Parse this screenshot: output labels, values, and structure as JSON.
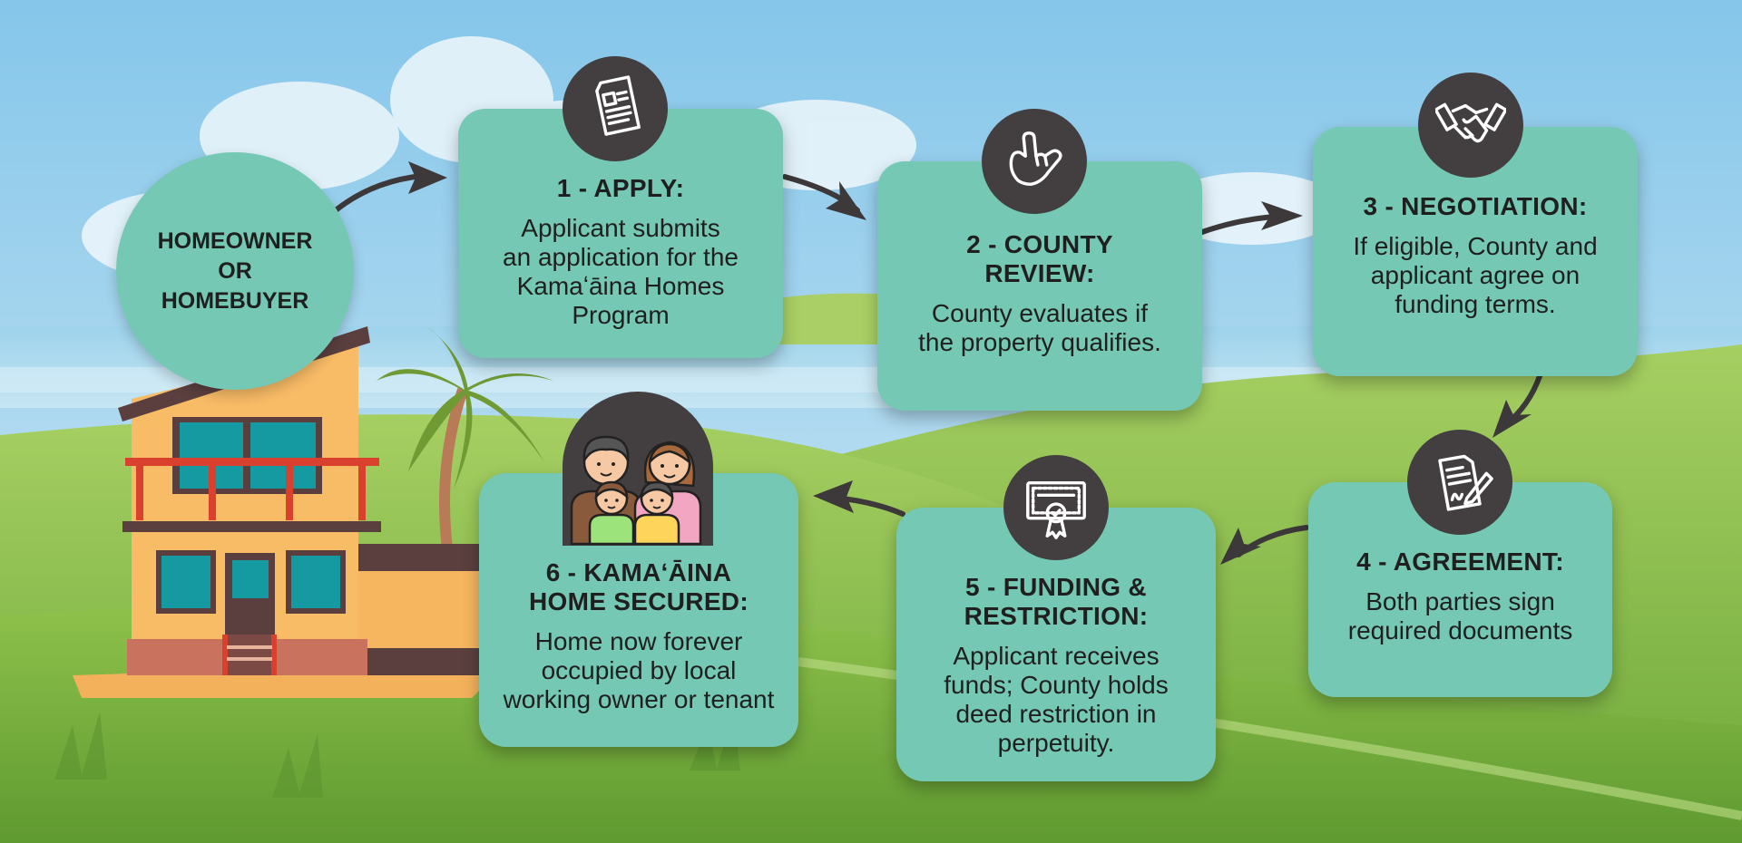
{
  "colors": {
    "card": "#75c9b4",
    "badge": "#433f40",
    "arrow": "#3d393a",
    "sky": "#8ccbea",
    "grass": "#7bb241",
    "house_wall": "#f6b25a",
    "window": "#1a9aa2"
  },
  "start": {
    "line1": "HOMEOWNER",
    "line2": "OR",
    "line3": "HOMEBUYER"
  },
  "steps": [
    {
      "title": "1 - APPLY:",
      "lines": [
        "Applicant submits",
        "an application for the",
        "Kamaʻāina Homes",
        "Program"
      ],
      "icon": "document-icon"
    },
    {
      "title_lines": [
        "2 - COUNTY",
        "REVIEW:"
      ],
      "lines": [
        "County evaluates if",
        "the property qualifies."
      ],
      "icon": "shaka-hand-icon"
    },
    {
      "title": "3 - NEGOTIATION:",
      "lines": [
        "If eligible, County and",
        "applicant agree on",
        "funding terms."
      ],
      "icon": "handshake-icon"
    },
    {
      "title": "4 - AGREEMENT:",
      "lines": [
        "Both parties sign",
        "required documents"
      ],
      "icon": "signed-contract-icon"
    },
    {
      "title_lines": [
        "5 - FUNDING &",
        "RESTRICTION:"
      ],
      "lines": [
        "Applicant receives",
        "funds; County holds",
        "deed restriction in",
        "perpetuity."
      ],
      "icon": "certificate-icon"
    },
    {
      "title_lines": [
        "6 - KAMAʻĀINA",
        "HOME SECURED:"
      ],
      "lines": [
        "Home now forever",
        "occupied by local",
        "working owner or tenant"
      ],
      "icon": "family-icon"
    }
  ]
}
